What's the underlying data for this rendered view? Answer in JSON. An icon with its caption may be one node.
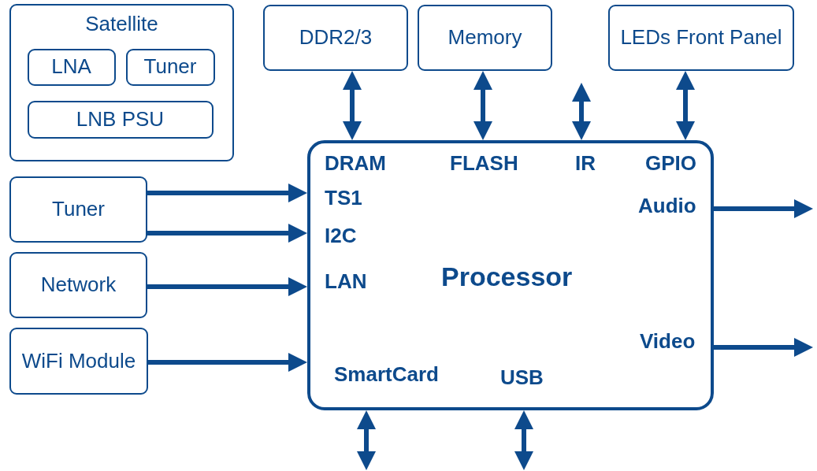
{
  "diagram": {
    "nodes": [
      {
        "text": [
          "Satellite"
        ]
      },
      {
        "text": [
          "LNA"
        ],
        "in": 0
      },
      {
        "text": [
          "Tuner"
        ],
        "in": 0
      },
      {
        "text": [
          "LNB PSU"
        ],
        "in": 0
      },
      {
        "text": [
          "DDR2/3"
        ]
      },
      {
        "text": [
          "Memory"
        ]
      },
      {
        "text": [
          "LEDs Front Panel"
        ]
      },
      {
        "text": [
          "Tuner"
        ]
      },
      {
        "text": [
          "Network"
        ]
      },
      {
        "text": [
          "WiFi Module"
        ]
      },
      {
        "text": [
          "DRAM",
          "FLASH",
          "IR",
          "GPIO",
          "TS1",
          "I2C",
          "Audio",
          "LAN",
          "Processor",
          "Video",
          "SmartCard",
          "USB"
        ]
      }
    ],
    "edges": [
      {
        "from": 4,
        "to": 10,
        "arrow": "both"
      },
      {
        "from": 5,
        "to": 10,
        "arrow": "both"
      },
      {
        "from": null,
        "to": 10,
        "arrow": "both"
      },
      {
        "from": 6,
        "to": 10,
        "arrow": "both"
      },
      {
        "from": 7,
        "to": 10,
        "arrow": "to"
      },
      {
        "from": 7,
        "to": 10,
        "arrow": "to"
      },
      {
        "from": 8,
        "to": 10,
        "arrow": "to"
      },
      {
        "from": 9,
        "to": 10,
        "arrow": "to"
      },
      {
        "from": 10,
        "to": null,
        "arrow": "to"
      },
      {
        "from": 10,
        "to": null,
        "arrow": "to"
      },
      {
        "from": 10,
        "to": null,
        "arrow": "both"
      },
      {
        "from": 10,
        "to": null,
        "arrow": "both"
      }
    ]
  }
}
